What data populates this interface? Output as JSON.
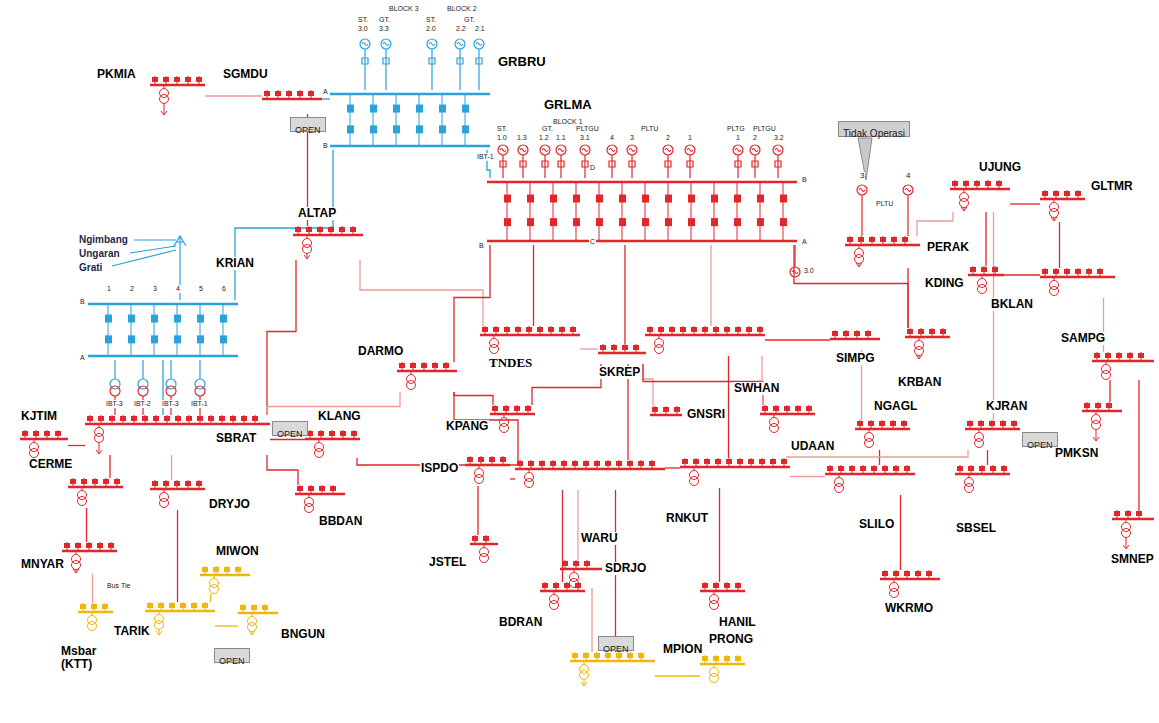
{
  "diagram": {
    "nodes": [
      {
        "text": [
          "PKMIA"
        ]
      },
      {
        "text": [
          "SGMDU"
        ]
      },
      {
        "text": [
          "GRBRU"
        ]
      },
      {
        "text": [
          "GRLMA"
        ]
      },
      {
        "text": [
          "ALTAP"
        ]
      },
      {
        "text": [
          "KRIAN"
        ]
      },
      {
        "text": [
          "PERAK"
        ]
      },
      {
        "text": [
          "UJUNG"
        ]
      },
      {
        "text": [
          "GLTMR"
        ]
      },
      {
        "text": [
          "KDING"
        ]
      },
      {
        "text": [
          "BKLAN"
        ]
      },
      {
        "text": [
          "SAMPG"
        ]
      },
      {
        "text": [
          "DARMO"
        ]
      },
      {
        "text": [
          "TNDES"
        ]
      },
      {
        "text": [
          "SKREP"
        ]
      },
      {
        "text": [
          "SWHAN"
        ]
      },
      {
        "text": [
          "SIMPG"
        ]
      },
      {
        "text": [
          "KRBAN"
        ]
      },
      {
        "text": [
          "KPANG"
        ]
      },
      {
        "text": [
          "GNSRI"
        ]
      },
      {
        "text": [
          "UDAAN"
        ]
      },
      {
        "text": [
          "NGAGL"
        ]
      },
      {
        "text": [
          "KJRAN"
        ]
      },
      {
        "text": [
          "PMKSN"
        ]
      },
      {
        "text": [
          "SMNEP"
        ]
      },
      {
        "text": [
          "KJTIM"
        ]
      },
      {
        "text": [
          "SBRAT"
        ]
      },
      {
        "text": [
          "KLANG"
        ]
      },
      {
        "text": [
          "CERME"
        ]
      },
      {
        "text": [
          "DRYJO"
        ]
      },
      {
        "text": [
          "BBDAN"
        ]
      },
      {
        "text": [
          "MNYAR"
        ]
      },
      {
        "text": [
          "Msbar (KTT)"
        ]
      },
      {
        "text": [
          "MIWON"
        ]
      },
      {
        "text": [
          "TARIK"
        ]
      },
      {
        "text": [
          "BNGUN"
        ]
      },
      {
        "text": [
          "ISPDO"
        ]
      },
      {
        "text": [
          "WARU"
        ]
      },
      {
        "text": [
          "SDRJO"
        ]
      },
      {
        "text": [
          "RNKUT"
        ]
      },
      {
        "text": [
          "SLILO"
        ]
      },
      {
        "text": [
          "SBSEL"
        ]
      },
      {
        "text": [
          "JSTEL"
        ]
      },
      {
        "text": [
          "BDRAN"
        ]
      },
      {
        "text": [
          "HANIL"
        ]
      },
      {
        "text": [
          "WKRMO"
        ]
      },
      {
        "text": [
          "PRONG"
        ]
      },
      {
        "text": [
          "MPION"
        ]
      },
      {
        "text": [
          "Tidak Operasi"
        ]
      },
      {
        "text": [
          "OPEN"
        ]
      },
      {
        "text": [
          "OPEN"
        ]
      },
      {
        "text": [
          "OPEN"
        ]
      },
      {
        "text": [
          "OPEN"
        ]
      },
      {
        "text": [
          "OPEN"
        ]
      }
    ],
    "edges": [
      {
        "from": 0,
        "to": 1,
        "arrow": "none"
      },
      {
        "from": 1,
        "to": 2,
        "arrow": "none"
      },
      {
        "from": 1,
        "to": 4,
        "arrow": "none"
      },
      {
        "from": 2,
        "to": 5,
        "arrow": "none"
      },
      {
        "from": 2,
        "to": 3,
        "arrow": "none"
      },
      {
        "from": 4,
        "to": 26,
        "arrow": "none"
      },
      {
        "from": 4,
        "to": 13,
        "arrow": "none"
      },
      {
        "from": 3,
        "to": 13,
        "arrow": "none"
      },
      {
        "from": 3,
        "to": 14,
        "arrow": "none"
      },
      {
        "from": 3,
        "to": 15,
        "arrow": "none"
      },
      {
        "from": 3,
        "to": 12,
        "arrow": "none"
      },
      {
        "from": 3,
        "to": 17,
        "arrow": "none"
      },
      {
        "from": 5,
        "to": 26,
        "arrow": "none"
      },
      {
        "from": 26,
        "to": 25,
        "arrow": "none"
      },
      {
        "from": 26,
        "to": 28,
        "arrow": "none"
      },
      {
        "from": 26,
        "to": 29,
        "arrow": "none"
      },
      {
        "from": 26,
        "to": 27,
        "arrow": "none"
      },
      {
        "from": 26,
        "to": 30,
        "arrow": "none"
      },
      {
        "from": 26,
        "to": 12,
        "arrow": "none"
      },
      {
        "from": 27,
        "to": 37,
        "arrow": "none"
      },
      {
        "from": 28,
        "to": 31,
        "arrow": "none"
      },
      {
        "from": 31,
        "to": 32,
        "arrow": "none"
      },
      {
        "from": 29,
        "to": 34,
        "arrow": "none"
      },
      {
        "from": 34,
        "to": 33,
        "arrow": "none"
      },
      {
        "from": 34,
        "to": 35,
        "arrow": "none"
      },
      {
        "from": 12,
        "to": 37,
        "arrow": "none"
      },
      {
        "from": 12,
        "to": 18,
        "arrow": "none"
      },
      {
        "from": 13,
        "to": 14,
        "arrow": "none"
      },
      {
        "from": 14,
        "to": 18,
        "arrow": "none"
      },
      {
        "from": 14,
        "to": 37,
        "arrow": "none"
      },
      {
        "from": 14,
        "to": 19,
        "arrow": "none"
      },
      {
        "from": 14,
        "to": 20,
        "arrow": "none"
      },
      {
        "from": 15,
        "to": 16,
        "arrow": "none"
      },
      {
        "from": 15,
        "to": 20,
        "arrow": "none"
      },
      {
        "from": 15,
        "to": 39,
        "arrow": "none"
      },
      {
        "from": 17,
        "to": 6,
        "arrow": "none"
      },
      {
        "from": 6,
        "to": 7,
        "arrow": "none"
      },
      {
        "from": 7,
        "to": 9,
        "arrow": "none"
      },
      {
        "from": 7,
        "to": 8,
        "arrow": "none"
      },
      {
        "from": 7,
        "to": 22,
        "arrow": "none"
      },
      {
        "from": 9,
        "to": 10,
        "arrow": "none"
      },
      {
        "from": 10,
        "to": 8,
        "arrow": "none"
      },
      {
        "from": 10,
        "to": 11,
        "arrow": "none"
      },
      {
        "from": 11,
        "to": 23,
        "arrow": "none"
      },
      {
        "from": 11,
        "to": 24,
        "arrow": "none"
      },
      {
        "from": 16,
        "to": 21,
        "arrow": "none"
      },
      {
        "from": 21,
        "to": 40,
        "arrow": "none"
      },
      {
        "from": 22,
        "to": 41,
        "arrow": "none"
      },
      {
        "from": 22,
        "to": 39,
        "arrow": "none"
      },
      {
        "from": 37,
        "to": 36,
        "arrow": "none"
      },
      {
        "from": 37,
        "to": 39,
        "arrow": "none"
      },
      {
        "from": 37,
        "to": 38,
        "arrow": "none"
      },
      {
        "from": 37,
        "to": 43,
        "arrow": "none"
      },
      {
        "from": 37,
        "to": 47,
        "arrow": "none"
      },
      {
        "from": 38,
        "to": 47,
        "arrow": "none"
      },
      {
        "from": 36,
        "to": 42,
        "arrow": "none"
      },
      {
        "from": 39,
        "to": 44,
        "arrow": "none"
      },
      {
        "from": 39,
        "to": 40,
        "arrow": "none"
      },
      {
        "from": 40,
        "to": 45,
        "arrow": "none"
      },
      {
        "from": 47,
        "to": 46,
        "arrow": "none"
      }
    ],
    "labels": [
      "BLOCK 3",
      "BLOCK 2",
      "ST.",
      "3.0",
      "GT.",
      "3.3",
      "ST.",
      "2.0",
      "GT.",
      "2.2",
      "2.1",
      "A",
      "B",
      "IBT-1",
      "BLOCK 1",
      "ST.",
      "1.0",
      "1.3",
      "GT.",
      "1.2",
      "1.1",
      "PLTGU",
      "3.1",
      "PLTU",
      "4",
      "3",
      "2",
      "1",
      "PLTG",
      "1",
      "2",
      "PLTGU",
      "3.2",
      "B",
      "A",
      "B",
      "D",
      "C",
      "3.0",
      "Ngimbang",
      "Ungaran",
      "Grati",
      "B",
      "A",
      "1",
      "2",
      "3",
      "4",
      "5",
      "6",
      "IBT-3",
      "IBT-2",
      "IBT-3",
      "IBT-1",
      "3",
      "4",
      "PLTU",
      "Bus Tie"
    ]
  }
}
